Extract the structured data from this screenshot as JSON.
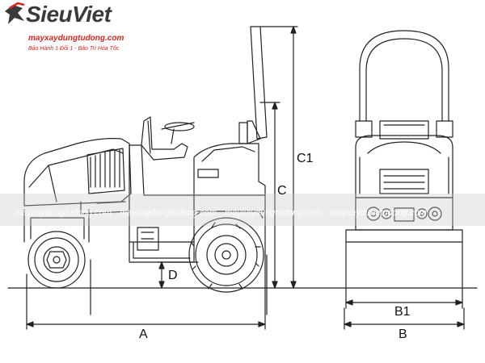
{
  "logo": {
    "brand": "SieuViet",
    "url": "mayxaydungtudong.com",
    "tagline": "Bảo Hành 1 Đổi 1 - Bảo Trì Hóa Tốc"
  },
  "watermark": {
    "text": "mayxaydungtudong.com"
  },
  "dimensions": {
    "a": "A",
    "b": "B",
    "b1": "B1",
    "c": "C",
    "c1": "C1",
    "d": "D"
  },
  "colors": {
    "brand_red": "#d7261e",
    "line": "#222222"
  }
}
